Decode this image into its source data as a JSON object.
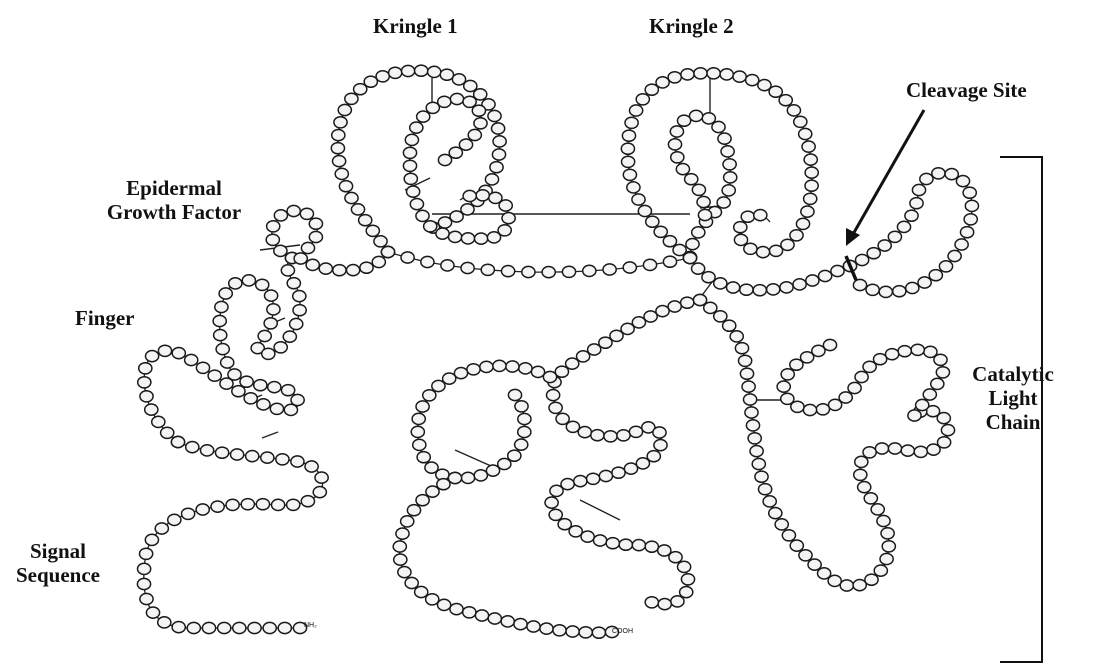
{
  "labels": {
    "kringle1": "Kringle 1",
    "kringle2": "Kringle 2",
    "cleavage_site": "Cleavage Site",
    "egf_line1": "Epidermal",
    "egf_line2": "Growth Factor",
    "finger": "Finger",
    "signal_line1": "Signal",
    "signal_line2": "Sequence",
    "catalytic_line1": "Catalytic",
    "catalytic_line2": "Light",
    "catalytic_line3": "Chain"
  },
  "termini": {
    "n_terminus": "NH₂",
    "c_terminus": "COOH"
  },
  "colors": {
    "ink": "#1a1a1a",
    "bead_fill": "#f4f4f4",
    "background": "#ffffff"
  }
}
